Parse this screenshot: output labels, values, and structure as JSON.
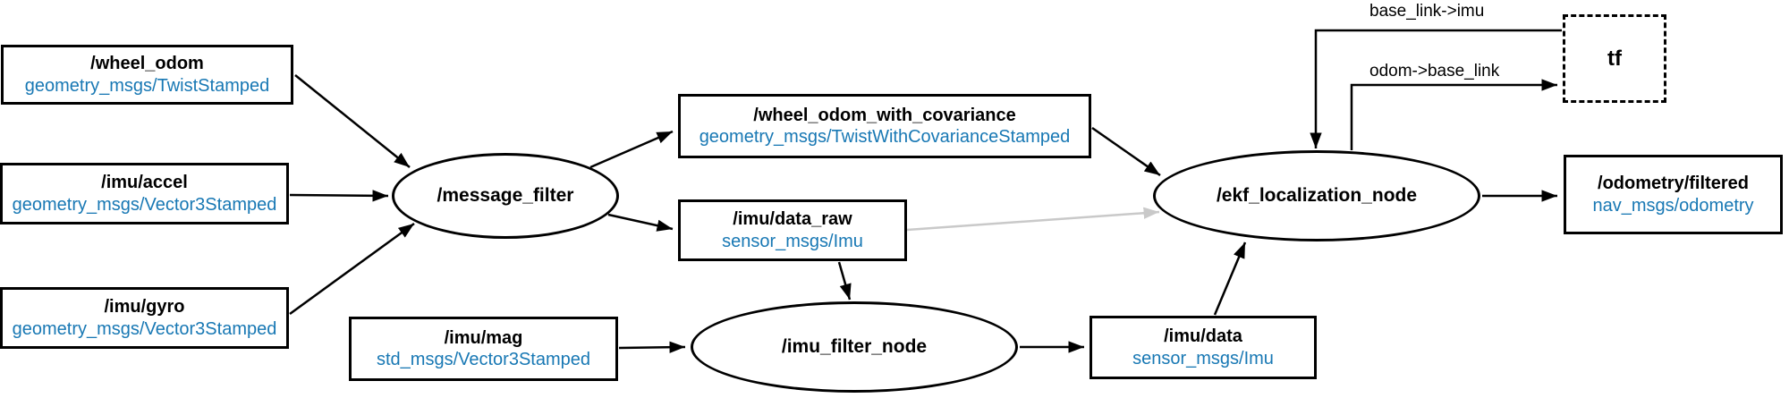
{
  "diagram": {
    "title_hint": "ROS node graph",
    "topics": [
      {
        "name": "/wheel_odom",
        "type": "geometry_msgs/TwistStamped"
      },
      {
        "name": "/imu/accel",
        "type": "geometry_msgs/Vector3Stamped"
      },
      {
        "name": "/imu/gyro",
        "type": "geometry_msgs/Vector3Stamped"
      },
      {
        "name": "/imu/mag",
        "type": "std_msgs/Vector3Stamped"
      },
      {
        "name": "/wheel_odom_with_covariance",
        "type": "geometry_msgs/TwistWithCovarianceStamped"
      },
      {
        "name": "/imu/data_raw",
        "type": "sensor_msgs/Imu"
      },
      {
        "name": "/imu/data",
        "type": "sensor_msgs/Imu"
      },
      {
        "name": "/odometry/filtered",
        "type": "nav_msgs/odometry"
      }
    ],
    "nodes": [
      {
        "name": "/message_filter"
      },
      {
        "name": "/imu_filter_node"
      },
      {
        "name": "/ekf_localization_node"
      }
    ],
    "tf_frame": {
      "label": "tf"
    },
    "edges": [
      {
        "from": "/wheel_odom",
        "to": "/message_filter"
      },
      {
        "from": "/imu/accel",
        "to": "/message_filter"
      },
      {
        "from": "/imu/gyro",
        "to": "/message_filter"
      },
      {
        "from": "/message_filter",
        "to": "/wheel_odom_with_covariance"
      },
      {
        "from": "/message_filter",
        "to": "/imu/data_raw"
      },
      {
        "from": "/imu/data_raw",
        "to": "/imu_filter_node"
      },
      {
        "from": "/imu/mag",
        "to": "/imu_filter_node"
      },
      {
        "from": "/imu_filter_node",
        "to": "/imu/data"
      },
      {
        "from": "/imu/data",
        "to": "/ekf_localization_node"
      },
      {
        "from": "/wheel_odom_with_covariance",
        "to": "/ekf_localization_node"
      },
      {
        "from": "/imu/data_raw",
        "to": "/ekf_localization_node",
        "style": "faded"
      },
      {
        "from": "/ekf_localization_node",
        "to": "/odometry/filtered"
      },
      {
        "from": "/ekf_localization_node",
        "to": "tf",
        "label": "odom->base_link"
      },
      {
        "from": "tf",
        "to": "/ekf_localization_node",
        "label": "base_link->imu"
      }
    ],
    "colors": {
      "message_type_blue": "#1878b4",
      "edge_black": "#000000",
      "faded_edge_gray": "#c9c9c9",
      "background": "#ffffff"
    }
  }
}
